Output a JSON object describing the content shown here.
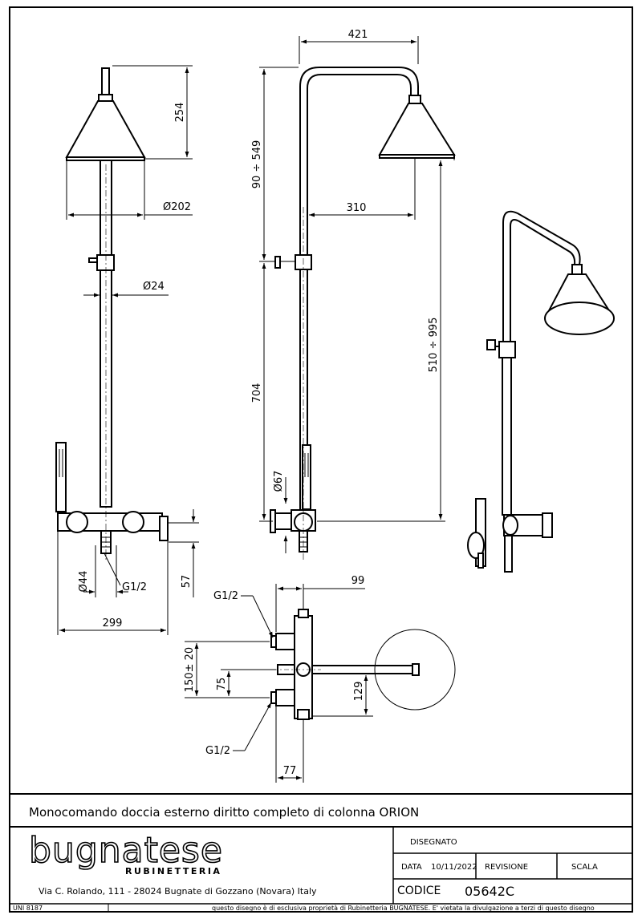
{
  "drawing": {
    "front_view": {
      "height_head": "254",
      "head_diameter": "Ø202",
      "tube_diameter": "Ø24",
      "body_diameter": "Ø44",
      "connection": "G1/2",
      "depth": "57",
      "width": "299"
    },
    "side_view": {
      "arm_length": "421",
      "arm_height": "90 ÷ 549",
      "head_offset": "310",
      "total_height": "510 ÷ 995",
      "column_height": "704",
      "body_diameter": "Ø67"
    },
    "top_view": {
      "connection_top": "G1/2",
      "connection_bottom": "G1/2",
      "center_distance": "150± 20",
      "offset_75": "75",
      "offset_99": "99",
      "offset_129": "129",
      "offset_77": "77"
    }
  },
  "title_block": {
    "product_title": "Monocomando doccia esterno diritto completo di colonna ORION",
    "brand": "bugnatese",
    "brand_sub": "RUBINETTERIA",
    "address": "Via C. Rolando, 111 - 28024 Bugnate di Gozzano (Novara) Italy",
    "disegnato_label": "DISEGNATO",
    "data_label": "DATA",
    "data_value": "10/11/2022",
    "revisione_label": "REVISIONE",
    "scala_label": "SCALA",
    "codice_label": "CODICE",
    "codice_value": "05642C",
    "uni": "UNI 8187",
    "disclaimer": "questo disegno è di esclusiva proprietà di Rubinetteria BUGNATESE. E' vietata la divulgazione a terzi di questo disegno"
  }
}
